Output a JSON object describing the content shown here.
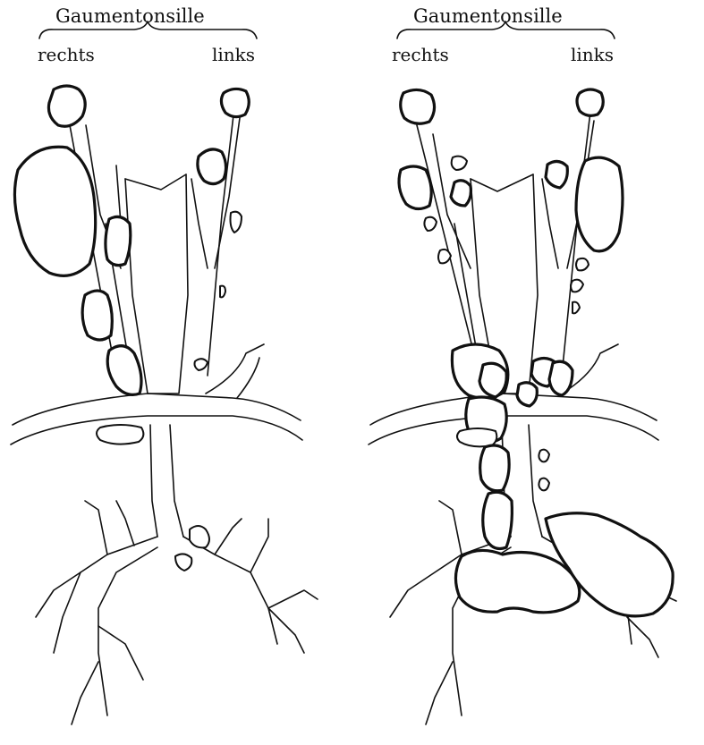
{
  "panels": [
    {
      "title": "Gaumentonsille",
      "right_label": "rechts",
      "left_label": "links"
    },
    {
      "title": "Gaumentonsille",
      "right_label": "rechts",
      "left_label": "links"
    }
  ]
}
